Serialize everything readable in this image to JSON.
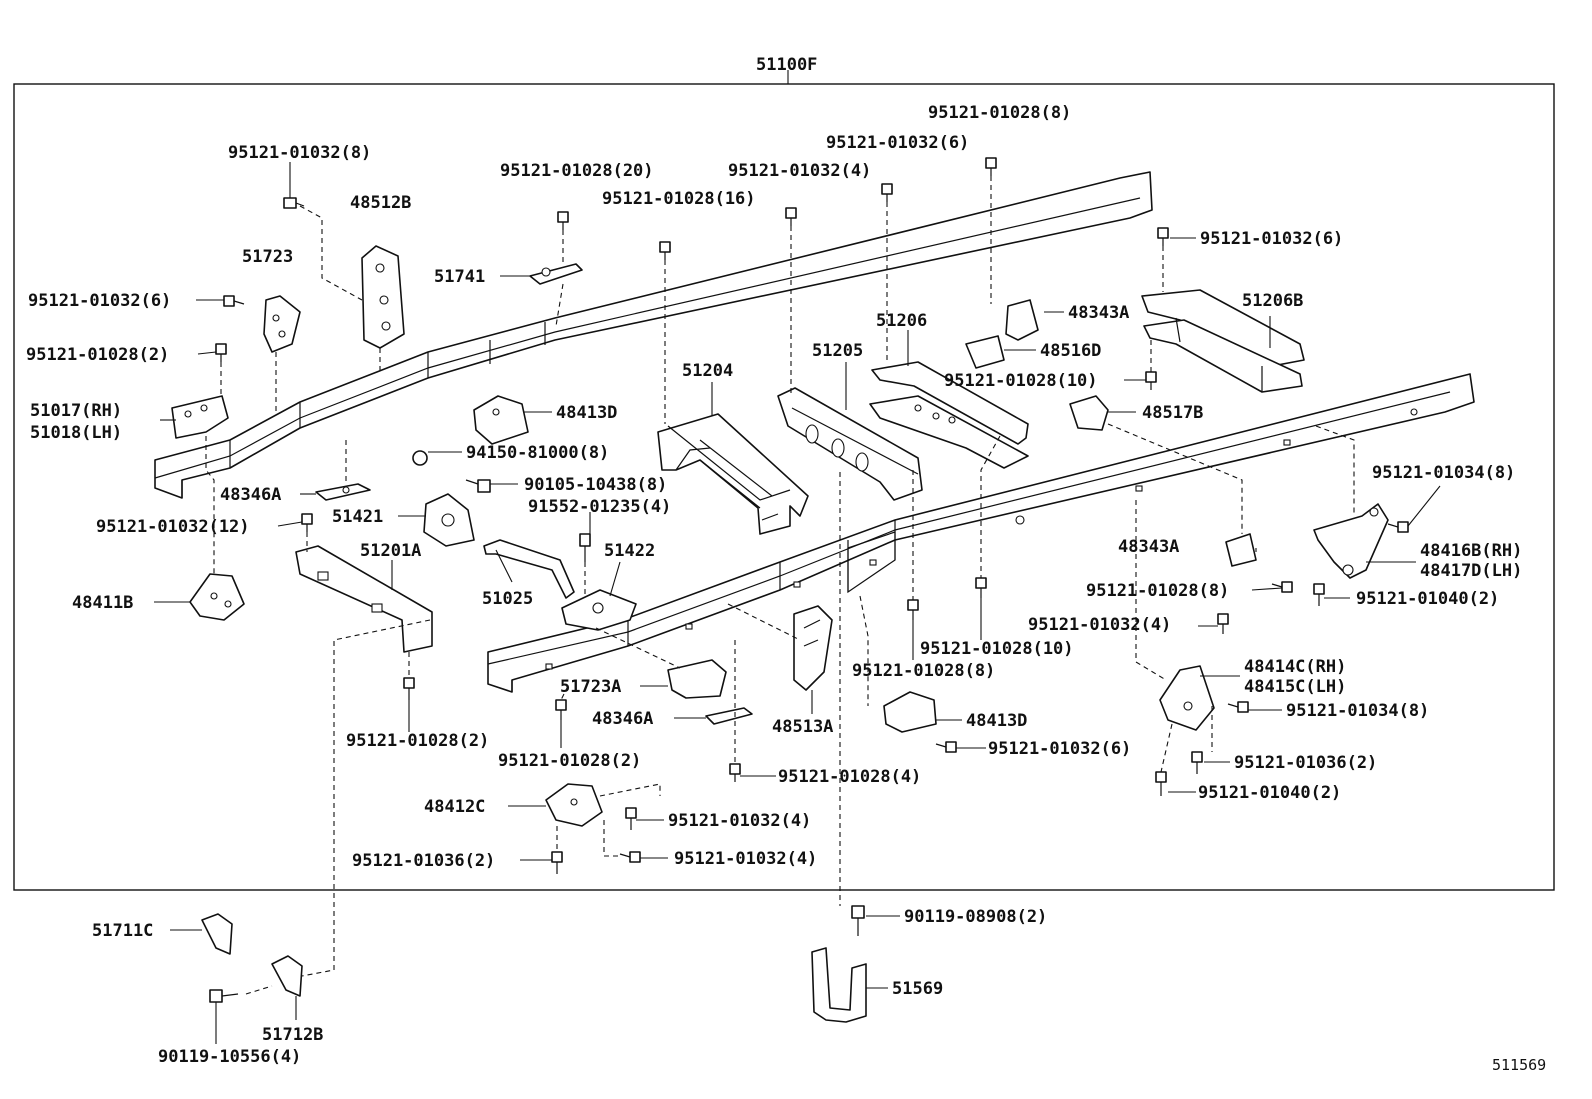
{
  "diagram": {
    "assembly_label": "51100F",
    "figure_number": "511569",
    "labels": {
      "b_95121_01032_8_tl": "95121-01032(8)",
      "p_48512B": "48512B",
      "p_51723": "51723",
      "b_95121_01032_6_l": "95121-01032(6)",
      "b_95121_01028_2_l": "95121-01028(2)",
      "p_51017": "51017(RH)",
      "p_51018": "51018(LH)",
      "p_48346A_l": "48346A",
      "b_95121_01032_12": "95121-01032(12)",
      "p_48411B": "48411B",
      "b_95121_01028_20": "95121-01028(20)",
      "b_95121_01028_16": "95121-01028(16)",
      "p_51741": "51741",
      "b_95121_01032_4_t": "95121-01032(4)",
      "b_95121_01032_6_t": "95121-01032(6)",
      "b_95121_01028_8_t": "95121-01028(8)",
      "b_95121_01032_6_tr": "95121-01032(6)",
      "p_51204": "51204",
      "p_51205": "51205",
      "p_51206": "51206",
      "p_48343A_t": "48343A",
      "p_48516D": "48516D",
      "b_95121_01028_10_t": "95121-01028(10)",
      "p_51206B": "51206B",
      "p_48413D_t": "48413D",
      "b_94150_81000": "94150-81000(8)",
      "b_90105_10438": "90105-10438(8)",
      "b_91552_01235": "91552-01235(4)",
      "p_51421": "51421",
      "p_51422": "51422",
      "p_51201A": "51201A",
      "p_51025": "51025",
      "p_48517B": "48517B",
      "b_95121_01034_8_r": "95121-01034(8)",
      "p_48416B": "48416B(RH)",
      "p_48417D": "48417D(LH)",
      "p_48343A_r": "48343A",
      "b_95121_01028_8_r": "95121-01028(8)",
      "b_95121_01040_2_r": "95121-01040(2)",
      "b_95121_01032_4_r": "95121-01032(4)",
      "b_95121_01028_10_b": "95121-01028(10)",
      "b_95121_01028_8_b": "95121-01028(8)",
      "p_48414C": "48414C(RH)",
      "p_48415C": "48415C(LH)",
      "b_95121_01034_8_b": "95121-01034(8)",
      "p_51723A": "51723A",
      "p_48346A_b": "48346A",
      "p_48513A": "48513A",
      "p_48413D_b": "48413D",
      "b_95121_01032_6_b": "95121-01032(6)",
      "b_95121_01036_2_r": "95121-01036(2)",
      "b_95121_01040_2_b": "95121-01040(2)",
      "b_95121_01028_2_b1": "95121-01028(2)",
      "b_95121_01028_2_b2": "95121-01028(2)",
      "b_95121_01028_4": "95121-01028(4)",
      "p_48412C": "48412C",
      "b_95121_01032_4_b1": "95121-01032(4)",
      "b_95121_01036_2_b": "95121-01036(2)",
      "b_95121_01032_4_b2": "95121-01032(4)",
      "p_51711C": "51711C",
      "b_90119_08908": "90119-08908(2)",
      "p_51569": "51569",
      "p_51712B": "51712B",
      "b_90119_10556": "90119-10556(4)"
    }
  }
}
